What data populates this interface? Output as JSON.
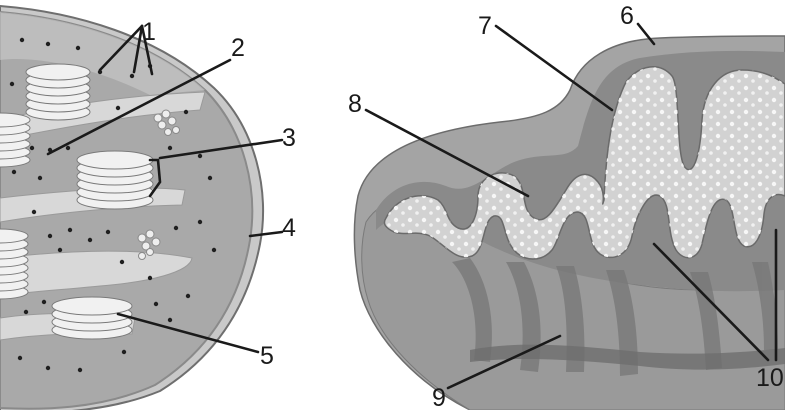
{
  "diagram": {
    "colors": {
      "stroma": "#a9a9a9",
      "chloroplast_edge": "#6f6f6f",
      "granum": "#f1f1f1",
      "lamella": "#d7d7d7",
      "mito_outer": "#a1a1a1",
      "matrix": "#d2d2d2",
      "cut_face": "#7f7f7f",
      "leader": "#1a1a1a"
    },
    "chloroplast": {
      "labels": [
        "1",
        "2",
        "3",
        "4",
        "5"
      ]
    },
    "mitochondrion": {
      "labels": [
        "6",
        "7",
        "8",
        "9",
        "10"
      ]
    }
  }
}
